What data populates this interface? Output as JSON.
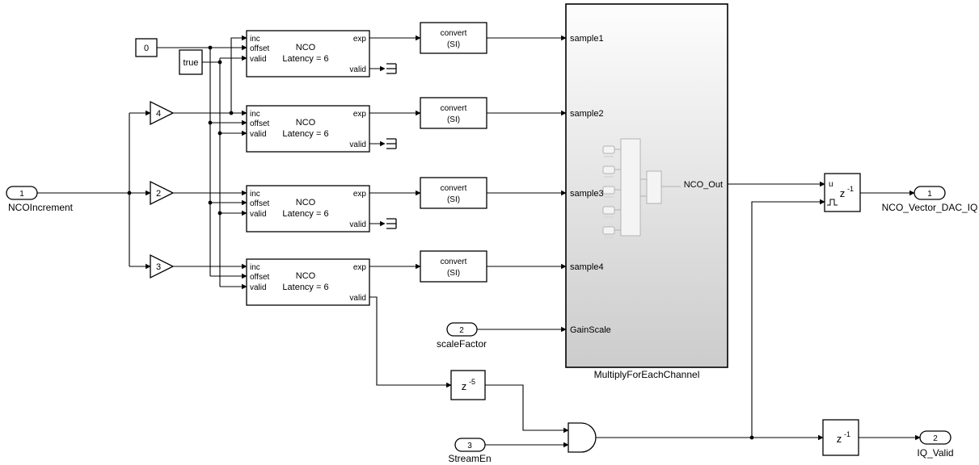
{
  "colors": {
    "background": "#ffffff",
    "block_border": "#000000",
    "wire": "#000000",
    "subsystem_top": "#fdfdfd",
    "subsystem_bottom": "#cccccc"
  },
  "inports": [
    {
      "num": "1",
      "label": "NCOIncrement"
    },
    {
      "num": "2",
      "label": "scaleFactor"
    },
    {
      "num": "3",
      "label": "StreamEn"
    }
  ],
  "outports": [
    {
      "num": "1",
      "label": "NCO_Vector_DAC_IQ"
    },
    {
      "num": "2",
      "label": "IQ_Valid"
    }
  ],
  "constants": [
    {
      "value": "0"
    },
    {
      "value": "true"
    }
  ],
  "gains": [
    {
      "value": "4"
    },
    {
      "value": "2"
    },
    {
      "value": "3"
    }
  ],
  "nco": {
    "title": "NCO",
    "subtitle": "Latency = 6",
    "in_ports": [
      "inc",
      "offset",
      "valid"
    ],
    "out_ports": [
      "exp",
      "valid"
    ]
  },
  "convert": {
    "line1": "convert",
    "line2": "(SI)"
  },
  "subsystem": {
    "label": "MultiplyForEachChannel",
    "inputs": [
      "sample1",
      "sample2",
      "sample3",
      "sample4",
      "GainScale"
    ],
    "output": "NCO_Out"
  },
  "delays": {
    "z5": {
      "base": "z",
      "exp": "-5"
    },
    "z1_top": {
      "base": "z",
      "exp": "-1",
      "data_label": "u"
    },
    "z1_bottom": {
      "base": "z",
      "exp": "-1"
    }
  }
}
